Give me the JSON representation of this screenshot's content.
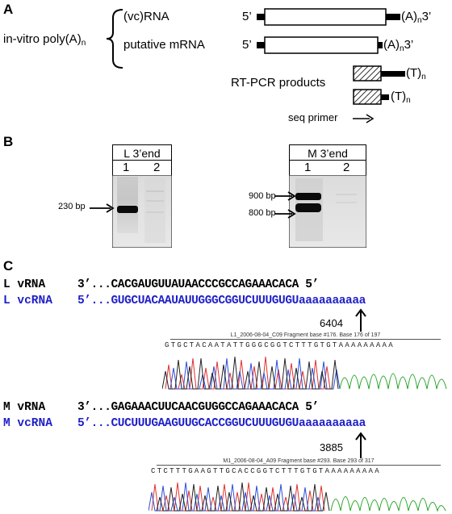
{
  "panel_a": {
    "letter": "A",
    "in_vitro_label": "in-vitro poly(A)",
    "in_vitro_sub": "n",
    "vcrna_label": "(vc)RNA",
    "mrna_label": "putative mRNA",
    "five_prime": "5’",
    "tail_a": "(A)",
    "tail_sub": "n",
    "three_prime": "3’",
    "rtpcr_label": "RT-PCR products",
    "tail_t": "(T)",
    "seq_primer": "seq primer",
    "arrow_glyph": "→"
  },
  "panel_b": {
    "letter": "B",
    "gel_l": {
      "title": "L 3’end",
      "lane1": "1",
      "lane2": "2",
      "markers": [
        "230 bp"
      ]
    },
    "gel_m": {
      "title": "M 3’end",
      "lane1": "1",
      "lane2": "2",
      "markers": [
        "900 bp",
        "800 bp"
      ]
    }
  },
  "panel_c": {
    "letter": "C",
    "l_vrna_name": "L vRNA",
    "l_vrna_seq": "3’...CACGAUGUUAUAACCCGCCAGAAACACA 5’",
    "l_vcrna_name": "L vcRNA",
    "l_vcrna_seq": "5’...GUGCUACAAUAUUGGGCGGUCUUUGUGUaaaaaaaaaa",
    "l_position": "6404",
    "l_trace_header": "L1_2006-08-04_C09 Fragment base #176. Base 176 of 197",
    "l_trace_seq": "GTGCTACAATATTGGGCGGTCTTTGTGTAAAAAAAAA",
    "m_vrna_name": "M vRNA",
    "m_vrna_seq": "3’...GAGAAACUUCAACGUGGCCAGAAACACA 5’",
    "m_vcrna_name": "M vcRNA",
    "m_vcrna_seq": "5’...CUCUUUGAAGUUGCACCGGUCUUUGUGUaaaaaaaaaa",
    "m_position": "3885",
    "m_trace_header": "M1_2006-08-04_A09 Fragment base #293. Base 293 of 317",
    "m_trace_seq": "CTCTTTGAAGTTGCACCGGTCTTTGTGTAAAAAAAAA"
  },
  "colors": {
    "blue": "#1f1fc8",
    "trace_a": "#2aa52a",
    "trace_c": "#2a4fd6",
    "trace_g": "#222222",
    "trace_t": "#e03030"
  }
}
